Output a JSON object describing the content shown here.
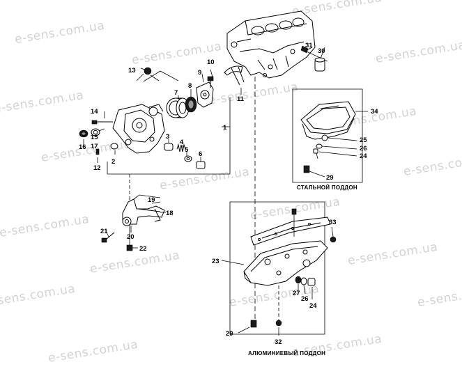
{
  "watermark": "e-sens.com.ua",
  "captions": {
    "steel_pan": "СТАЛЬНОЙ ПОДДОН",
    "aluminum_pan": "АЛЮМИНИЕВЫЙ ПОДДОН"
  },
  "part_numbers": {
    "p1": "1",
    "p2": "2",
    "p3": "3",
    "p4": "4",
    "p5": "5",
    "p6": "6",
    "p7": "7",
    "p8": "8",
    "p9": "9",
    "p10": "10",
    "p11": "11",
    "p12": "12",
    "p13": "13",
    "p14": "14",
    "p15": "15",
    "p16": "16",
    "p17": "17",
    "p18": "18",
    "p19": "19",
    "p20": "20",
    "p21": "21",
    "p22": "22",
    "p23": "23",
    "p24a": "24",
    "p24b": "24",
    "p25": "25",
    "p26a": "26",
    "p26b": "26",
    "p27": "27",
    "p29a": "29",
    "p29b": "29",
    "p30": "30",
    "p31": "31",
    "p32": "32",
    "p33": "33",
    "p34": "34"
  }
}
